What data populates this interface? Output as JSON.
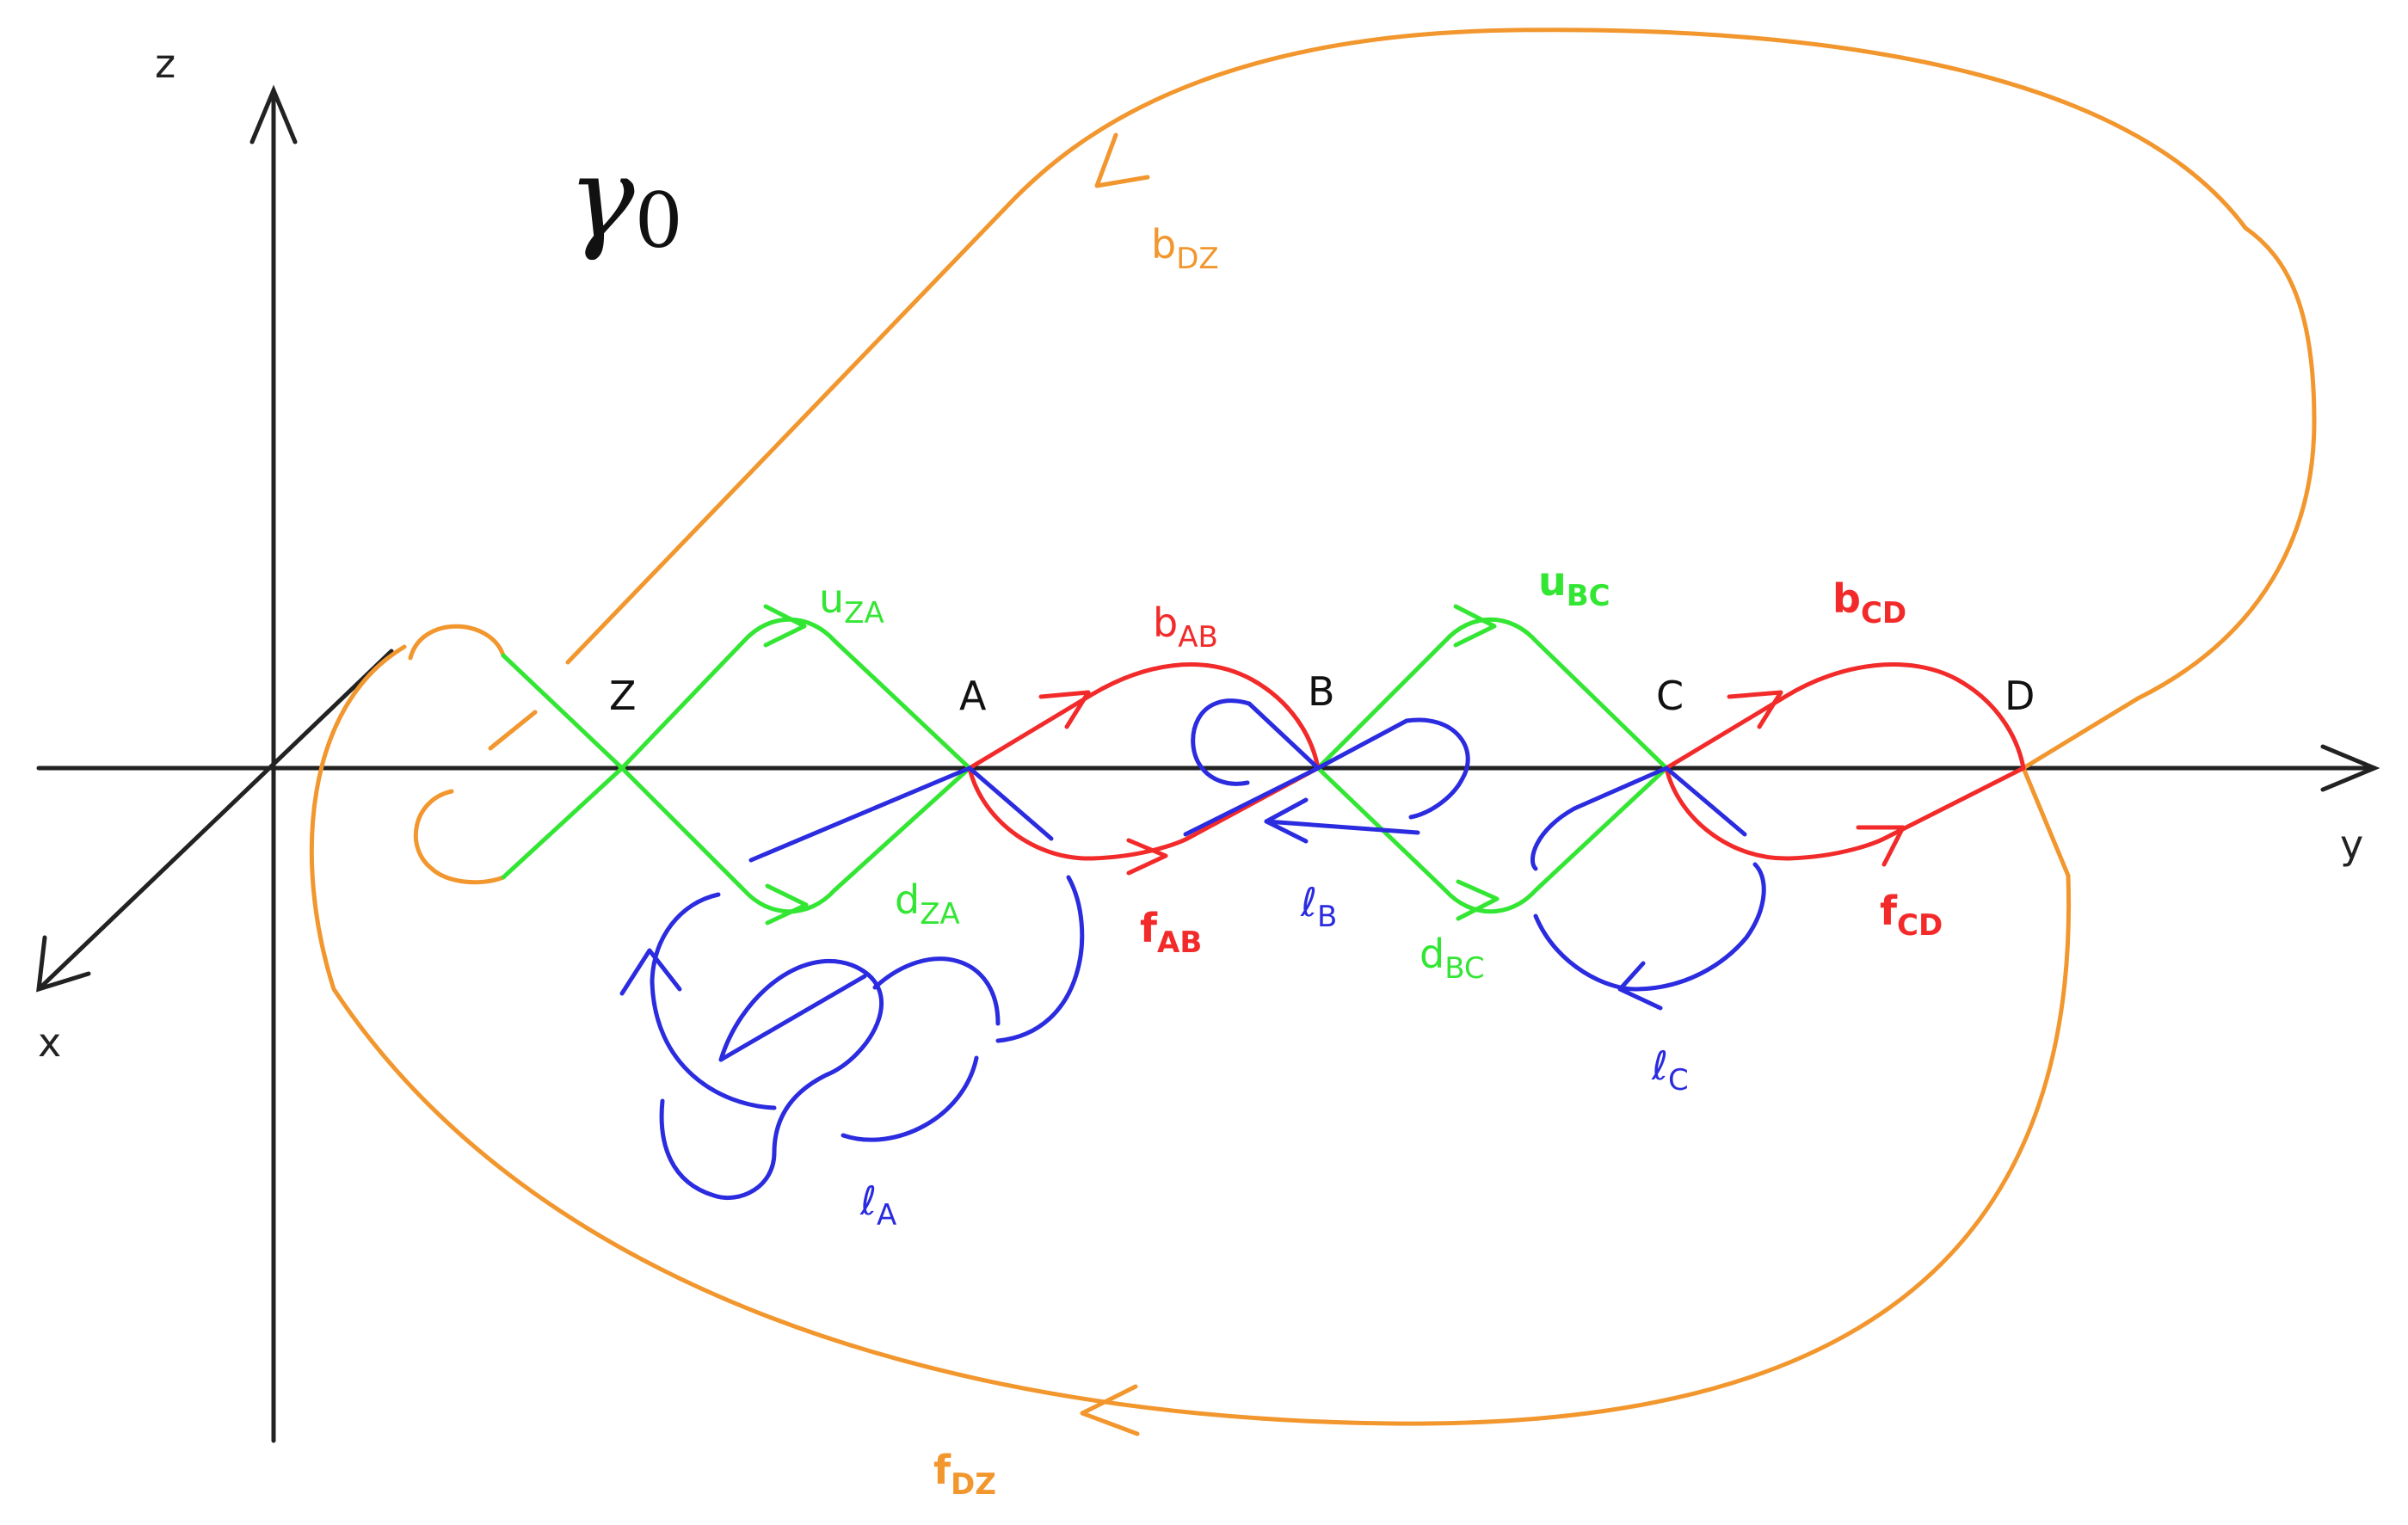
{
  "title": {
    "symbol": "γ",
    "subscript": "0"
  },
  "axes": {
    "x": "x",
    "y": "y",
    "z": "z"
  },
  "points": {
    "Z": "Z",
    "A": "A",
    "B": "B",
    "C": "C",
    "D": "D"
  },
  "colors": {
    "axis": "#222222",
    "green": "#33e633",
    "red": "#f22a2a",
    "blue": "#2b2be0",
    "orange": "#f2962e"
  },
  "labels": {
    "uZA": {
      "main": "u",
      "sub": "ZA"
    },
    "dZA": {
      "main": "d",
      "sub": "ZA"
    },
    "bAB": {
      "main": "b",
      "sub": "AB"
    },
    "fAB": {
      "main": "f",
      "sub": "AB"
    },
    "uBC": {
      "main": "u",
      "sub": "BC"
    },
    "dBC": {
      "main": "d",
      "sub": "BC"
    },
    "bCD": {
      "main": "b",
      "sub": "CD"
    },
    "fCD": {
      "main": "f",
      "sub": "CD"
    },
    "bDZ": {
      "main": "b",
      "sub": "DZ"
    },
    "fDZ": {
      "main": "f",
      "sub": "DZ"
    },
    "lA": {
      "main": "ℓ",
      "sub": "A"
    },
    "lB": {
      "main": "ℓ",
      "sub": "B"
    },
    "lC": {
      "main": "ℓ",
      "sub": "C"
    }
  }
}
